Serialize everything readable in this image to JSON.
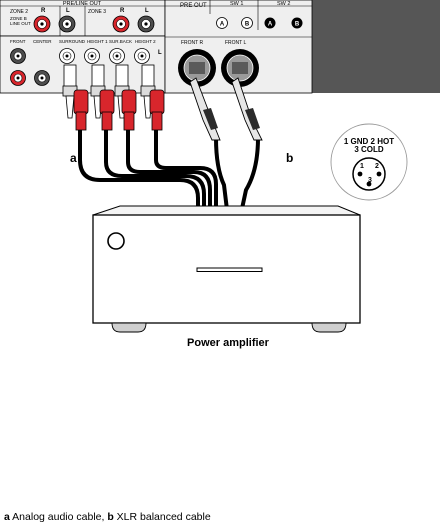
{
  "panel": {
    "pre_line_out": "PRE/LINE OUT",
    "pre_out": "PRE OUT",
    "sw1": "SW 1",
    "sw2": "SW 2",
    "zone2": "ZONE 2",
    "zone_b_line": [
      "ZONE B",
      "LINE OUT"
    ],
    "zone3": "ZONE 3",
    "r": "R",
    "l": "L",
    "front": "FRONT",
    "center": "CENTER",
    "surround": "SURROUND",
    "height1": "HEIGHT 1",
    "surback": "SUR.BACK",
    "height2": "HEIGHT 2",
    "front_r": "FRONT R",
    "front_l": "FRONT L",
    "sw1_ports": [
      "A",
      "B"
    ],
    "sw2_ports": [
      "A",
      "B"
    ]
  },
  "callouts": {
    "a": "a",
    "b": "b"
  },
  "xlr": {
    "label_line1": "1 GND  2 HOT",
    "label_line2": "3 COLD",
    "pins": [
      "1",
      "2",
      "3"
    ]
  },
  "amplifier": {
    "label": "Power amplifier"
  },
  "caption": {
    "a_key": "a",
    "a_text": " Analog audio cable, ",
    "b_key": "b",
    "b_text": " XLR balanced cable"
  },
  "colors": {
    "red_plug": "#d8262c",
    "panel_gray": "#cfcfcf",
    "dark_panel": "#555555"
  }
}
